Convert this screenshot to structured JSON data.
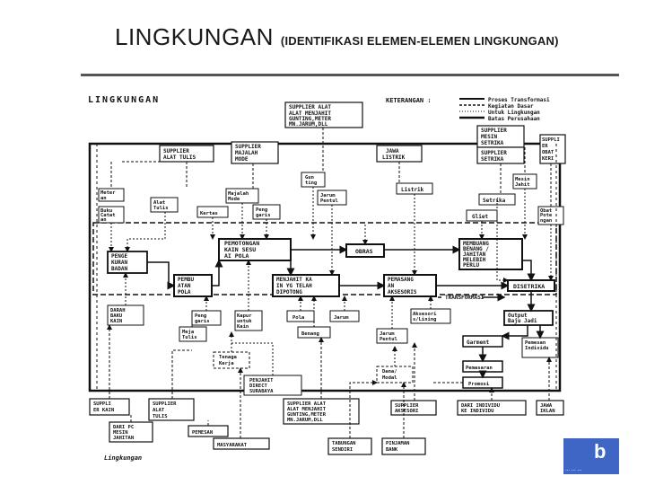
{
  "header": {
    "title": "LINGKUNGAN",
    "subtitle": "(IDENTIFIKASI ELEMEN-ELEMEN LINGKUNGAN)"
  },
  "diagram": {
    "heading": "LINGKUNGAN",
    "caption": "Lingkungan",
    "legend": {
      "title": "KETERANGAN :",
      "items": [
        "Proses Transformasi",
        "Kegiatan Dasar",
        "Untuk Lingkungan",
        "Batas Perusahaan"
      ]
    },
    "transform_label": "TRANSFORMASI",
    "nodes": {
      "n1": "SUPPLIER ALAT",
      "n2": "ALAT MENJAHIT",
      "n3": "GUNTING,METER",
      "n4": "MN.JARUM,DLL",
      "n5": "SUPPLIER",
      "n6": "ALAT TULIS",
      "n7": "SUPPLIER",
      "n8": "MAJALAH",
      "n9": "MODE",
      "n10": "JAWA",
      "n11": "LISTRIK",
      "n12": "SUPPLIER",
      "n13": "MESIN",
      "n14": "SETRIKA",
      "n15": "SUPPLIER",
      "n16": "SETRIKA",
      "n17": "SUPPLI",
      "n18": "ER",
      "n19": "OBAT",
      "n20": "KERI",
      "n21": "Meter",
      "n22": "an",
      "n23": "Buku",
      "n24": "Catat",
      "n25": "an",
      "n26": "Alat",
      "n27": "Tulis",
      "n28": "Majalah",
      "n29": "Mode",
      "n30": "Kertas",
      "n31": "Peng",
      "n32": "garis",
      "n33": "Gun",
      "n34": "ting",
      "n35": "Jarum",
      "n36": "Pentul",
      "n37": "Listrik",
      "n38": "Setrika",
      "n39": "Mesin",
      "n40": "Jahit",
      "n41": "Obat",
      "n42": "Pote",
      "n43": "ngan",
      "n44": "Gliet",
      "n45": "PENGE",
      "n46": "KURAN",
      "n47": "BADAN",
      "n48": "PEMOTONGAN",
      "n49": "KAIN SESU",
      "n50": "AI POLA",
      "n51": "OBRAS",
      "n52": "MEMBUANG",
      "n53": "BENANG /",
      "n54": "JAHITAN",
      "n55": "MELEBIH",
      "n56": "PERLU",
      "n57": "PEMBU",
      "n58": "ATAN",
      "n59": "POLA",
      "n60": "MENJAHIT KA",
      "n61": "IN YG TELAH",
      "n62": "DIPOTONG",
      "n63": "PEMASANG",
      "n64": "AN",
      "n65": "AKSESORIS",
      "n66": "DISETRIKA",
      "n67": "DARAH",
      "n68": "BAKU",
      "n69": "KAIN",
      "n70": "Peng",
      "n71": "garis",
      "n72": "Kapur",
      "n73": "untuk",
      "n74": "Kain",
      "n75": "Pola",
      "n76": "Jarum",
      "n77": "Aksesori",
      "n78": "s/Lining",
      "n79": "Output",
      "n80": "Baju Jadi",
      "n81": "Meja",
      "n82": "Tulis",
      "n83": "Benang",
      "n84": "Jarum",
      "n85": "Pentul",
      "n86": "Garment",
      "n87": "Pemesan",
      "n88": "Individu",
      "n89": "Tenaga",
      "n90": "Kerja",
      "n91": "PENJAHIT",
      "n92": "DIRECT",
      "n93": "SURABAYA",
      "n94": "Pemasaran",
      "n95": "Dana/",
      "n96": "Modal",
      "n97": "Promosi",
      "n98": "SUPPLI",
      "n99": "ER KAIN",
      "n100": "SUPPLIER",
      "n101": "ALAT",
      "n102": "TULIS",
      "n103": "SUPPLIER ALAT",
      "n104": "ALAT MENJAHIT",
      "n105": "GUNTING,METER",
      "n106": "MN.JARUM,DLL",
      "n107": "SUPPLIER",
      "n108": "AKSESORI",
      "n109": "DARI INDIVIDU",
      "n110": "KE INDIVIDU",
      "n111": "JAWA",
      "n112": "IKLAN",
      "n113": "DARI PC",
      "n114": "MESIN",
      "n115": "JAHITAN",
      "n116": "PEMESAN",
      "n117": "MASYARAKAT",
      "n118": "TABUNGAN",
      "n119": "SENDIRI",
      "n120": "PINJAMAN",
      "n121": "BANK"
    }
  },
  "logo": {
    "mark": "b",
    "label": "... ... ..."
  }
}
